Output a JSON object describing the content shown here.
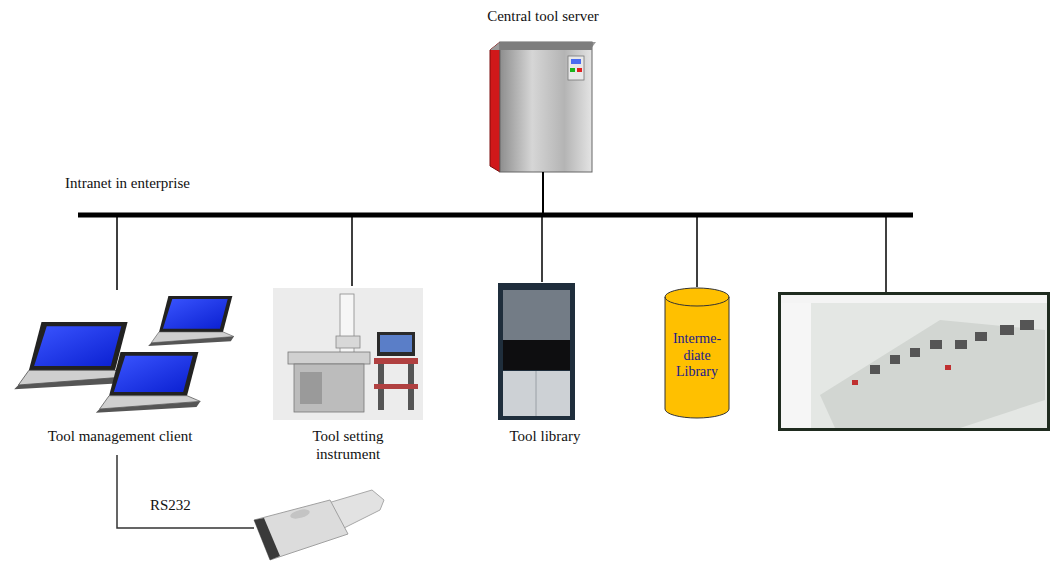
{
  "diagram": {
    "nodes": [
      {
        "text": [
          "Central tool server"
        ]
      },
      {
        "text": [
          "Tool management client"
        ]
      },
      {
        "text": [
          "Tool setting instrument"
        ]
      },
      {
        "text": [
          "Tool library"
        ]
      },
      {
        "text": [
          "Interme-diate Library"
        ]
      }
    ],
    "edges": [
      {
        "from": 0,
        "to": 1,
        "arrow": "none"
      },
      {
        "from": 0,
        "to": 2,
        "arrow": "none"
      },
      {
        "from": 0,
        "to": 3,
        "arrow": "none"
      },
      {
        "from": 0,
        "to": 4,
        "arrow": "none"
      }
    ],
    "labels": [
      "Intranet in enterprise",
      "RS232"
    ]
  }
}
